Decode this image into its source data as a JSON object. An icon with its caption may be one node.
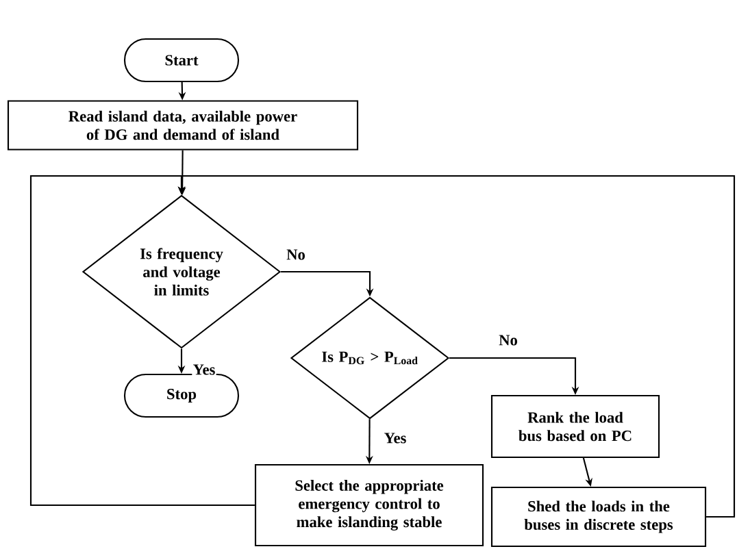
{
  "diagram": {
    "nodes": [
      {
        "text": [
          "Start"
        ]
      },
      {
        "text": [
          "Read island data, available power of DG and demand of island"
        ]
      },
      {
        "text": [
          "Is frequency and voltage in limits"
        ]
      },
      {
        "text": [
          "Stop"
        ]
      },
      {
        "text": [
          "Is P$_{DG}$ > P$_{Load}$"
        ]
      },
      {
        "text": [
          "Rank the load bus based on PC"
        ]
      },
      {
        "text": [
          "Select the appropriate emergency control to make islanding stable"
        ]
      },
      {
        "text": [
          "Shed the loads in the buses in discrete steps"
        ]
      }
    ],
    "edges": [
      {
        "from": 0,
        "to": 1,
        "arrow": "to"
      },
      {
        "from": 1,
        "to": 2,
        "arrow": "to"
      },
      {
        "from": 2,
        "to": 3,
        "arrow": "to",
        "label": "Yes"
      },
      {
        "from": 2,
        "to": 4,
        "arrow": "to",
        "label": "No"
      },
      {
        "from": 4,
        "to": 6,
        "arrow": "to",
        "label": "Yes"
      },
      {
        "from": 4,
        "to": 5,
        "arrow": "to",
        "label": "No"
      },
      {
        "from": 5,
        "to": 7,
        "arrow": "to"
      },
      {
        "from": 6,
        "to": 2,
        "arrow": "to"
      },
      {
        "from": 7,
        "to": 2,
        "arrow": "to"
      }
    ]
  }
}
